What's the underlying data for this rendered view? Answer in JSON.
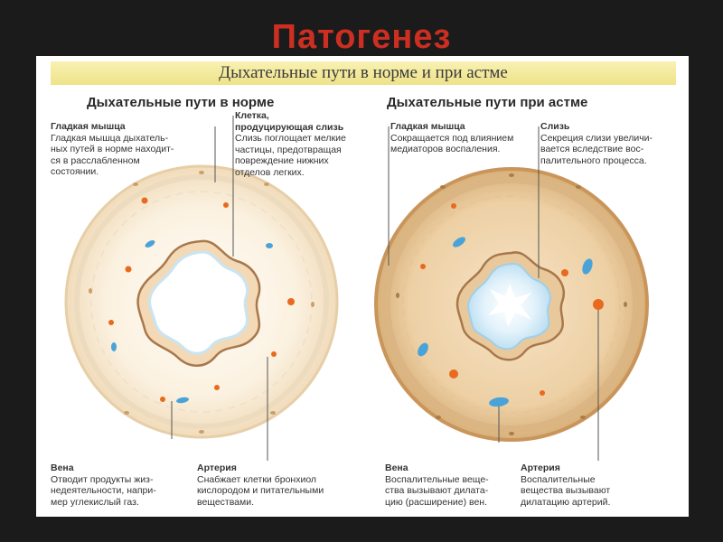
{
  "slide_title": "Патогенез",
  "figure_title": "Дыхательные пути в норме и при астме",
  "normal": {
    "heading": "Дыхательные пути в норме",
    "smooth_muscle": {
      "title": "Гладкая мышца",
      "text": "Гладкая мышца дыхатель-\nных путей в норме находит-\nся в расслабленном\nсостоянии."
    },
    "mucus_cell": {
      "title": "Клетка,\nпродуцирующая слизь",
      "text": "Слизь поглощает мелкие\nчастицы, предотвращая\nповреждение нижних\nотделов легких."
    },
    "vein": {
      "title": "Вена",
      "text": "Отводит продукты жиз-\nнедеятельности, напри-\nмер углекислый газ."
    },
    "artery": {
      "title": "Артерия",
      "text": "Снабжает клетки бронхиол\nкислородом и питательными\nвеществами."
    }
  },
  "asthma": {
    "heading": "Дыхательные пути при астме",
    "smooth_muscle": {
      "title": "Гладкая мышца",
      "text": "Сокращается под влиянием\nмедиаторов воспаления."
    },
    "mucus": {
      "title": "Слизь",
      "text": "Секреция слизи увеличи-\nвается вследствие вос-\nпалительного процесса."
    },
    "vein": {
      "title": "Вена",
      "text": "Воспалительные веще-\nства вызывают дилата-\nцию (расширение) вен."
    },
    "artery": {
      "title": "Артерия",
      "text": "Воспалительные\nвещества вызывают\nдилатацию артерий."
    }
  },
  "colors": {
    "title": "#cc2f22",
    "header_band": "#f1e594",
    "normal_wall": "#fbf2e3",
    "asthma_wall": "#eccfa6",
    "lumen_mucus": "#d8eef8",
    "artery": "#e86a1e",
    "vein": "#4aa3d8"
  }
}
